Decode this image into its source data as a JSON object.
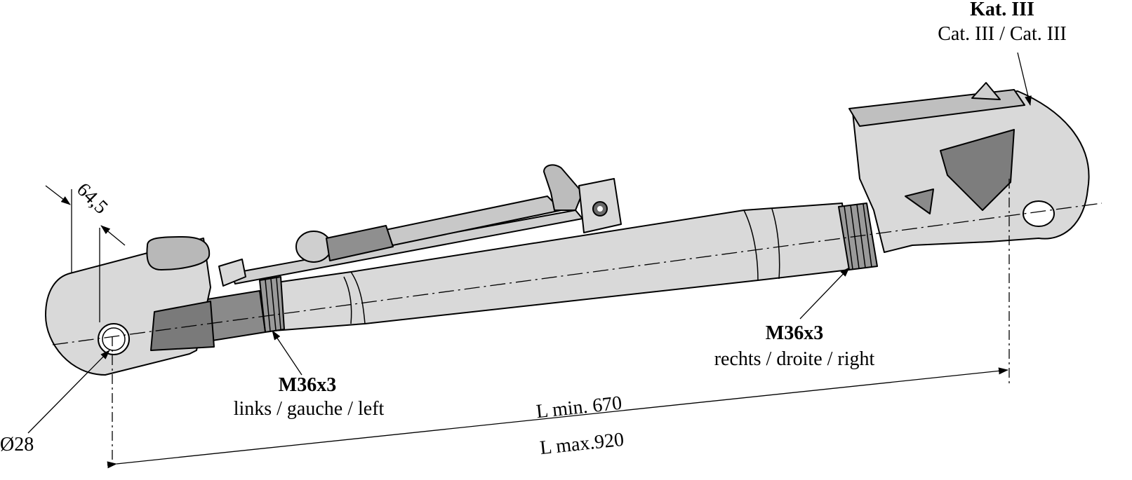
{
  "title": {
    "category": "Kat. III",
    "category_translations": "Cat. III / Cat. III"
  },
  "dimensions": {
    "width_label": "64,5",
    "pin_diameter": "Ø28",
    "length_min": "L min. 670",
    "length_max": "L max.920"
  },
  "threads": {
    "left": {
      "size": "M36x3",
      "direction": "links / gauche / left"
    },
    "right": {
      "size": "M36x3",
      "direction": "rechts / droite / right"
    }
  },
  "colors": {
    "light": "#d9d9d9",
    "mid": "#b0b0b0",
    "dark": "#7a7a7a",
    "line": "#000000"
  }
}
